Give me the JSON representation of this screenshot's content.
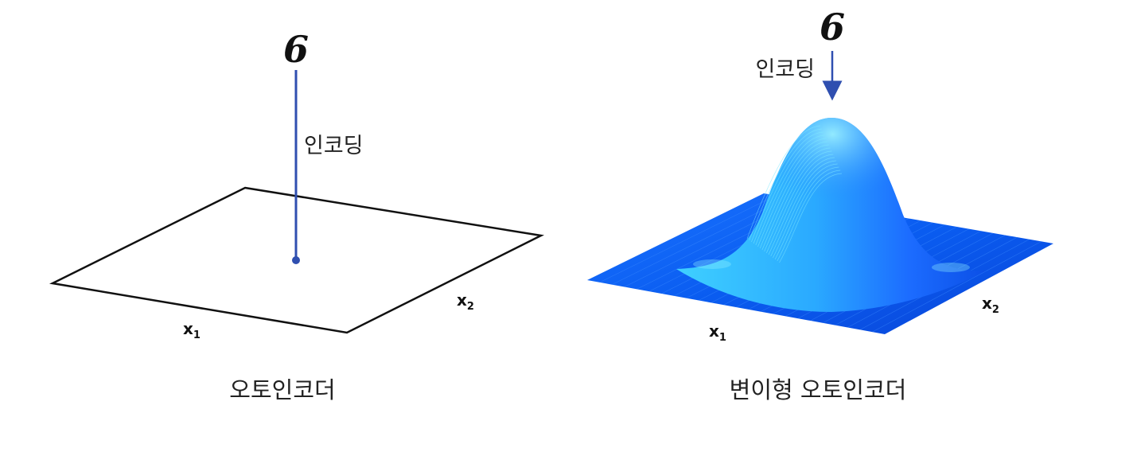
{
  "left_panel": {
    "digit": "6",
    "encoding_label": "인코딩",
    "axis_x1": {
      "base": "x",
      "sub": "1"
    },
    "axis_x2": {
      "base": "x",
      "sub": "2"
    },
    "caption": "오토인코더"
  },
  "right_panel": {
    "digit": "6",
    "encoding_label": "인코딩",
    "axis_x1": {
      "base": "x",
      "sub": "1"
    },
    "axis_x2": {
      "base": "x",
      "sub": "2"
    },
    "caption": "변이형 오토인코더"
  },
  "colors": {
    "arrow": "#2f4fb0",
    "plane_outline": "#111111",
    "surface_base": "#0a5cff",
    "surface_peak": "#5fe3ff"
  }
}
